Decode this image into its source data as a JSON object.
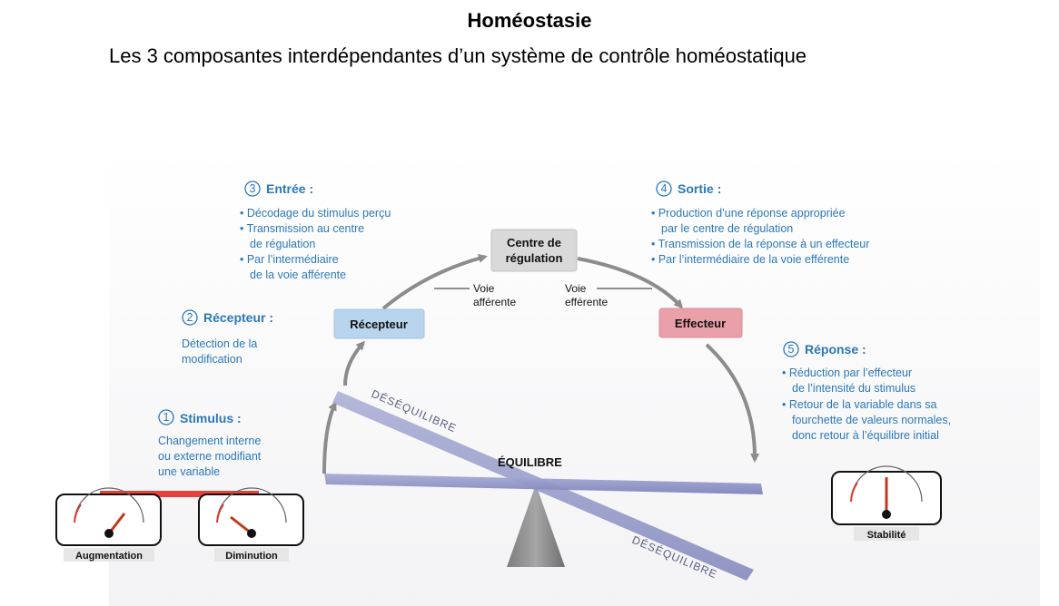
{
  "title": "Homéostasie",
  "subtitle": "Les 3 composantes interdépendantes d’un système de contrôle homéostatique",
  "boxes": {
    "recepteur": "Récepteur",
    "centre_line1": "Centre de",
    "centre_line2": "régulation",
    "effecteur": "Effecteur"
  },
  "voies": {
    "afferente_line1": "Voie",
    "afferente_line2": "afférente",
    "efferente_line1": "Voie",
    "efferente_line2": "efférente"
  },
  "steps": {
    "s1": {
      "num": "1",
      "header": "Stimulus :",
      "lines": [
        "Changement interne",
        "ou externe modifiant",
        "une variable"
      ]
    },
    "s2": {
      "num": "2",
      "header": "Récepteur :",
      "lines": [
        "Détection de la",
        "modification"
      ]
    },
    "s3": {
      "num": "3",
      "header": "Entrée :",
      "lines": [
        "• Décodage du stimulus perçu",
        "• Transmission au centre",
        "  de régulation",
        "• Par l’intermédiaire",
        "  de la voie afférente"
      ]
    },
    "s4": {
      "num": "4",
      "header": "Sortie :",
      "lines": [
        "• Production d’une réponse appropriée",
        "  par le centre de régulation",
        "• Transmission de la réponse à un effecteur",
        "• Par l’intermédiaire de la voie efférente"
      ]
    },
    "s5": {
      "num": "5",
      "header": "Réponse :",
      "lines": [
        "• Réduction par l’effecteur",
        "  de l’intensité du stimulus",
        "• Retour de la variable dans sa",
        "  fourchette de valeurs normales,",
        "  donc retour à l’équilibre initial"
      ]
    }
  },
  "balance": {
    "desequilibre_top": "DÉSÉQUILIBRE",
    "equilibre": "ÉQUILIBRE",
    "desequilibre_bottom": "DÉSÉQUILIBRE"
  },
  "gauges": {
    "augmentation": "Augmentation",
    "diminution": "Diminution",
    "stabilite": "Stabilité"
  },
  "colors": {
    "accent_text": "#2b78b8",
    "recepteur_box": "#b9d5ee",
    "effecteur_box": "#e9a0a8",
    "centre_box": "#d9d9d9",
    "red_bar": "#e8413a",
    "needle": "#c0391b"
  }
}
